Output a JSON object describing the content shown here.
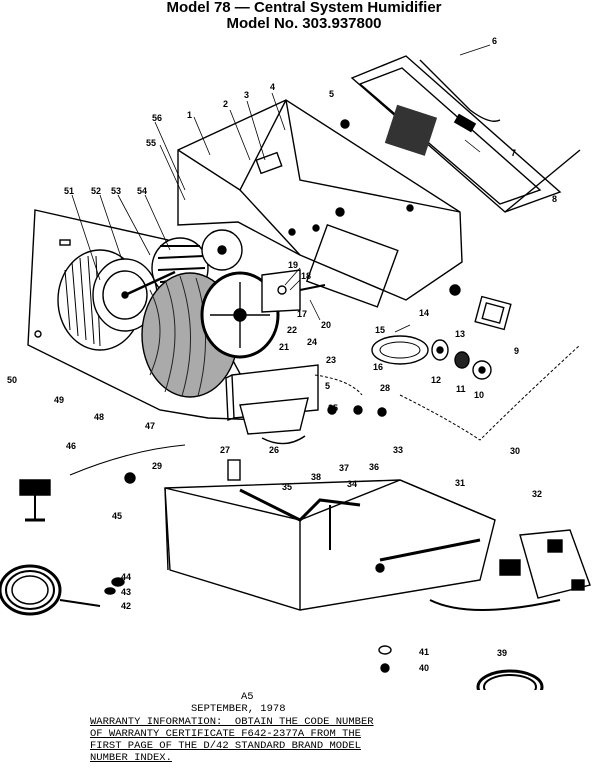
{
  "header": {
    "title_line1": "Model 78 — Central System Humidifier",
    "title_line2": "Model No. 303.937800"
  },
  "callouts": [
    "1",
    "2",
    "3",
    "4",
    "5",
    "5",
    "6",
    "7",
    "8",
    "9",
    "10",
    "11",
    "12",
    "13",
    "14",
    "15",
    "16",
    "17",
    "18",
    "19",
    "20",
    "21",
    "22",
    "23",
    "24",
    "25",
    "26",
    "27",
    "28",
    "29",
    "30",
    "31",
    "32",
    "33",
    "34",
    "35",
    "36",
    "37",
    "38",
    "39",
    "40",
    "41",
    "42",
    "43",
    "44",
    "45",
    "46",
    "47",
    "48",
    "49",
    "50",
    "51",
    "52",
    "53",
    "54",
    "55",
    "56"
  ],
  "footer": {
    "page": "A5",
    "date": "SEPTEMBER, 1978",
    "warranty_line1": "WARRANTY INFORMATION:  OBTAIN THE CODE NUMBER",
    "warranty_line2": "OF WARRANTY CERTIFICATE F642-2377A FROM THE",
    "warranty_line3": "FIRST PAGE OF THE D/42 STANDARD BRAND MODEL",
    "warranty_line4": "NUMBER INDEX."
  }
}
